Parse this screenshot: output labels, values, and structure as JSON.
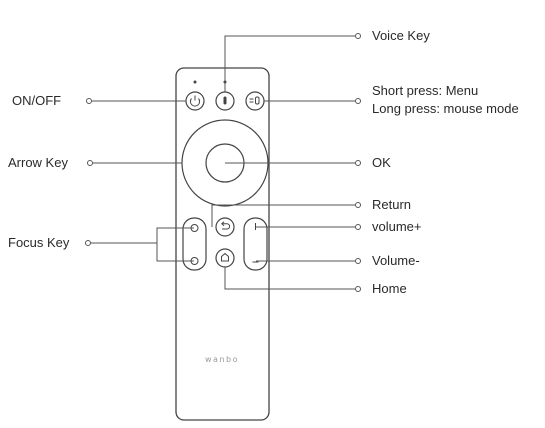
{
  "brand": "wanbo",
  "callouts": {
    "voice_key": "Voice Key",
    "menu_short": "Short press: Menu",
    "menu_long": "Long press: mouse mode",
    "on_off": "ON/OFF",
    "arrow_key": "Arrow Key",
    "ok": "OK",
    "return": "Return",
    "volume_up": "volume+",
    "focus_key": "Focus Key",
    "volume_down": "Volume-",
    "home": "Home"
  }
}
